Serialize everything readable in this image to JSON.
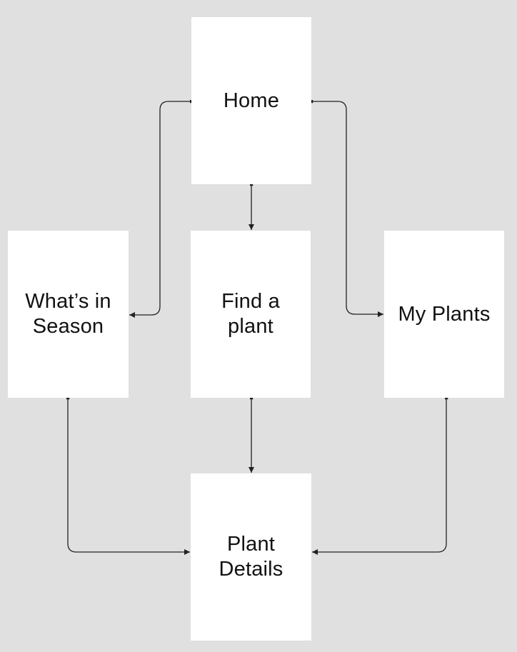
{
  "diagram": {
    "background_color": "#e0e0e0",
    "node_fill": "#ffffff",
    "line_color": "#222222",
    "text_color": "#111111",
    "nodes": [
      {
        "id": "home",
        "label": "Home"
      },
      {
        "id": "whats-in-season",
        "label": "What’s in\nSeason"
      },
      {
        "id": "find-a-plant",
        "label": "Find a\nplant"
      },
      {
        "id": "my-plants",
        "label": "My Plants"
      },
      {
        "id": "plant-details",
        "label": "Plant\nDetails"
      }
    ],
    "edges": [
      {
        "from": "home",
        "to": "find-a-plant"
      },
      {
        "from": "home",
        "to": "whats-in-season"
      },
      {
        "from": "home",
        "to": "my-plants"
      },
      {
        "from": "find-a-plant",
        "to": "plant-details"
      },
      {
        "from": "whats-in-season",
        "to": "plant-details"
      },
      {
        "from": "my-plants",
        "to": "plant-details"
      }
    ]
  }
}
